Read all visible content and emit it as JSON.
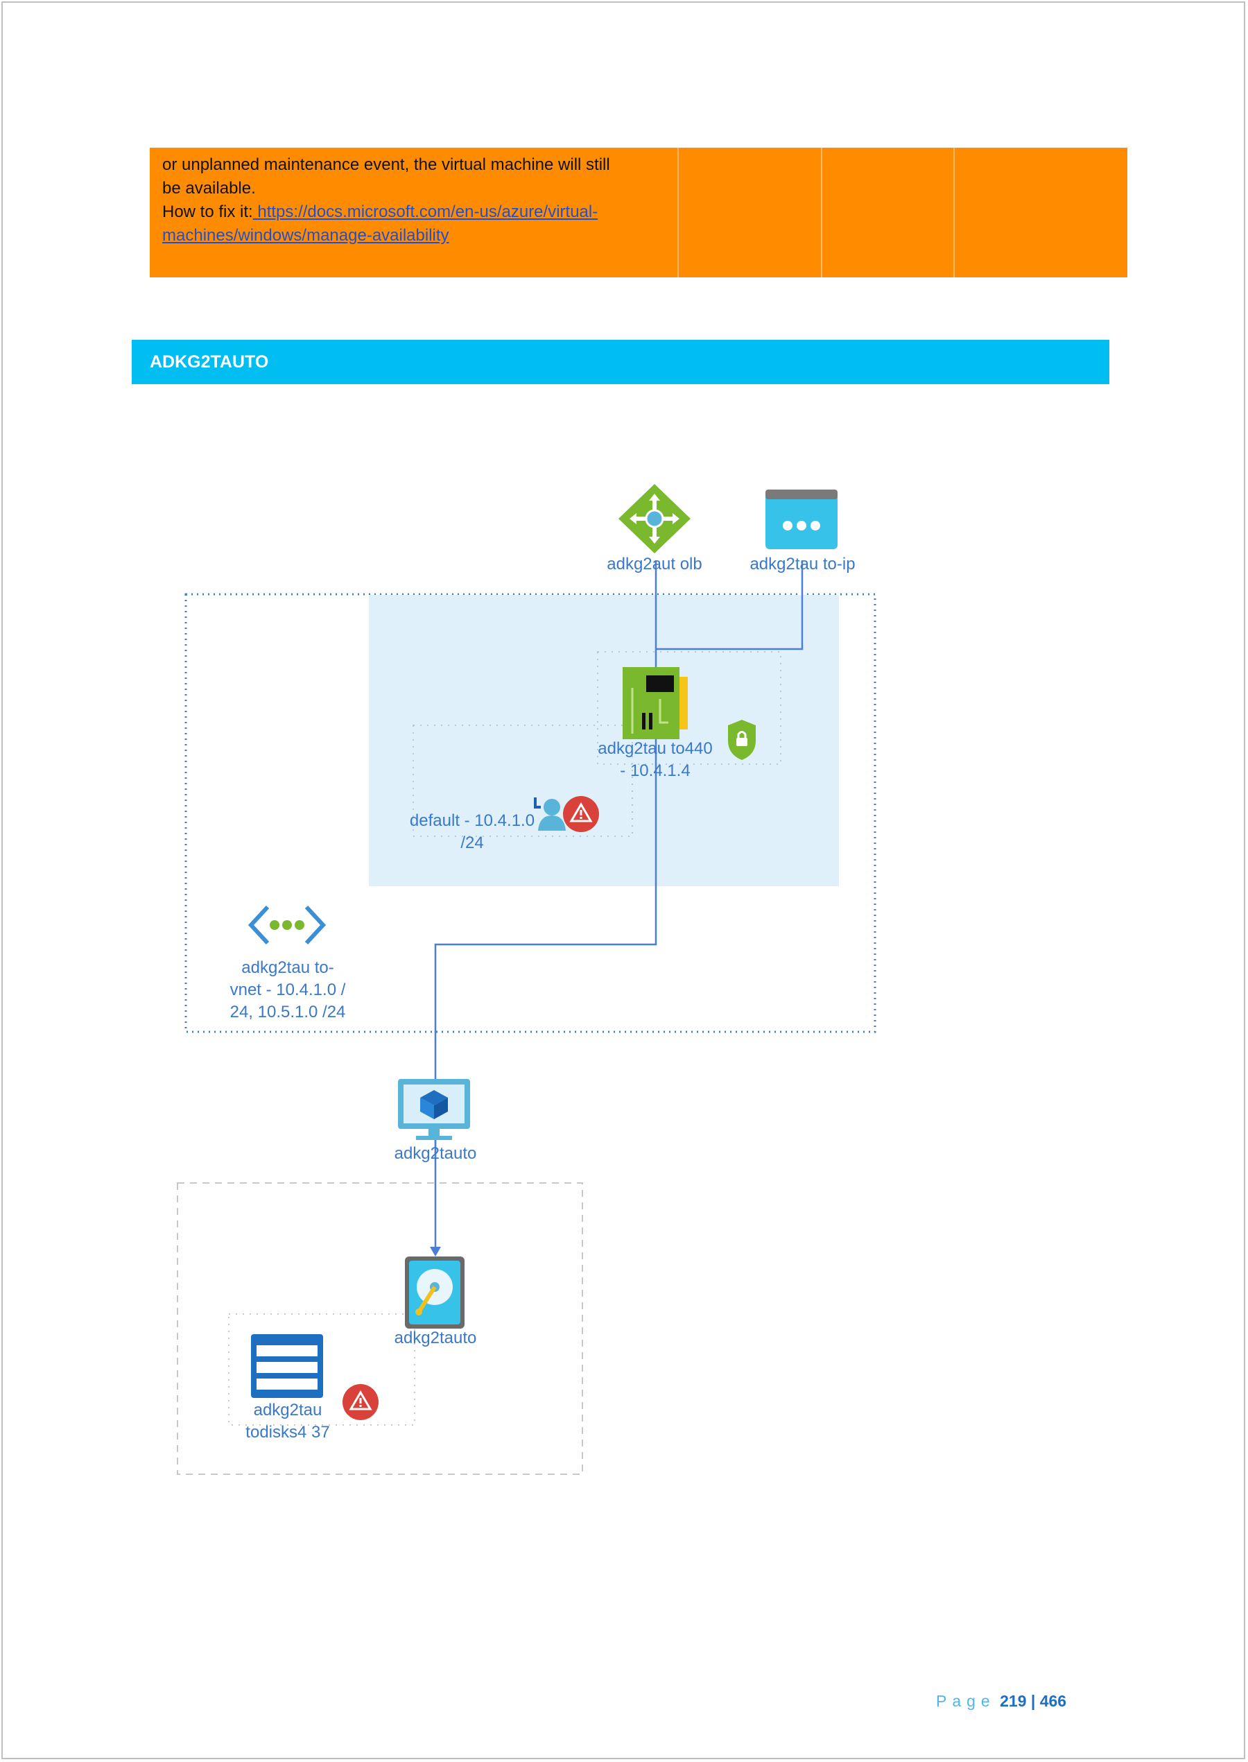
{
  "table_row": {
    "text_line1": "or unplanned maintenance event, the virtual machine will still",
    "text_line2": "be available.",
    "fix_prefix": "How to fix it:",
    "fix_link_line1": " https://docs.microsoft.com/en-us/azure/virtual-",
    "fix_link_line2": "machines/windows/manage-availability",
    "row_color": "#ff8c00"
  },
  "section": {
    "title": "ADKG2TAUTO",
    "color": "#00bdf2"
  },
  "diagram": {
    "nodes": {
      "load_balancer": "adkg2aut olb",
      "public_ip": "adkg2tau to-ip",
      "nic_line1": "adkg2tau to440",
      "nic_line2": "- 10.4.1.4",
      "subnet_line1": "default - 10.4.1.0",
      "subnet_line2": "/24",
      "vnet_line1": "adkg2tau to-",
      "vnet_line2": "vnet - 10.4.1.0 /",
      "vnet_line3": "24, 10.5.1.0 /24",
      "vm": "adkg2tauto",
      "disk": "adkg2tauto",
      "storage_line1": "adkg2tau",
      "storage_line2": "todisks4 37"
    },
    "icons": [
      "load-balancer-icon",
      "public-ip-icon",
      "network-interface-icon",
      "nsg-shield-icon",
      "subnet-user-icon",
      "warning-icon",
      "virtual-network-icon",
      "virtual-machine-icon",
      "managed-disk-icon",
      "storage-account-icon"
    ]
  },
  "footer": {
    "page_word": "Page",
    "current": "219",
    "separator": "|",
    "total": "466"
  }
}
